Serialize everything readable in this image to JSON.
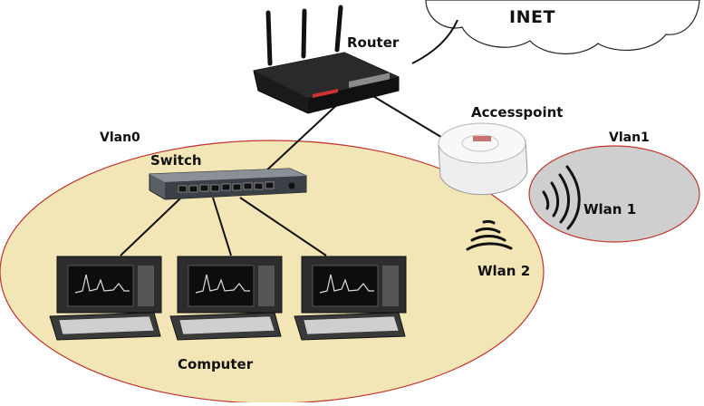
{
  "labels": {
    "inet": "INET",
    "router": "Router",
    "accesspoint": "Accesspoint",
    "vlan0": "Vlan0",
    "vlan1": "Vlan1",
    "switch": "Switch",
    "wlan1": "Wlan 1",
    "wlan2": "Wlan 2",
    "computer": "Computer"
  },
  "colors": {
    "vlan0_fill": "#f2e6b6",
    "vlan0_border": "#c0342f",
    "vlan1_fill": "#cfcfcf",
    "vlan1_border": "#c0342f",
    "cloud_fill": "#ffffff",
    "cloud_border": "#222222",
    "link_line": "#111111"
  },
  "devices": [
    {
      "type": "router",
      "name": "router-icon"
    },
    {
      "type": "switch",
      "name": "switch-icon"
    },
    {
      "type": "accesspoint",
      "name": "accesspoint-icon"
    },
    {
      "type": "computer",
      "name": "computer-icon"
    }
  ]
}
